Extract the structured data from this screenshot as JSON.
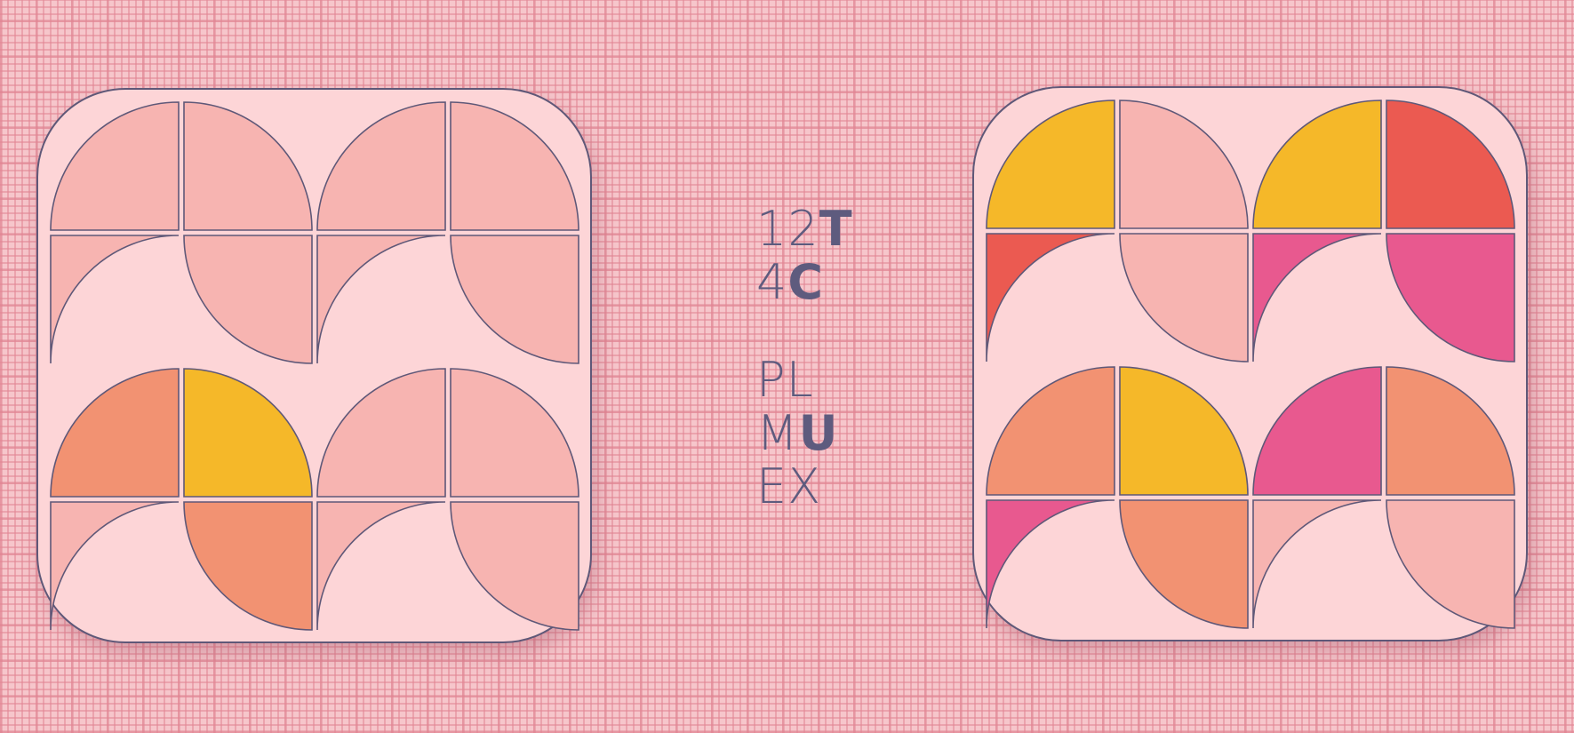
{
  "colors": {
    "pink": "#f7b4b1",
    "orange": "#f29272",
    "yellow": "#f5b829",
    "red": "#eb5a51",
    "magenta": "#e8598f",
    "board": "#fdd5d7",
    "outline": "#5f5878",
    "text": "#5e5b7e"
  },
  "boards": [
    {
      "name": "board-left",
      "grid": [
        [
          "pink",
          "pink",
          "pink",
          "pink"
        ],
        [
          "pink",
          "pink",
          "pink",
          "pink"
        ],
        [
          "orange",
          "yellow",
          "pink",
          "pink"
        ],
        [
          "pink",
          "orange",
          "pink",
          "pink"
        ]
      ]
    },
    {
      "name": "board-right",
      "grid": [
        [
          "yellow",
          "pink",
          "yellow",
          "red"
        ],
        [
          "red",
          "pink",
          "magenta",
          "magenta"
        ],
        [
          "orange",
          "yellow",
          "magenta",
          "orange"
        ],
        [
          "magenta",
          "orange",
          "pink",
          "pink"
        ]
      ]
    }
  ],
  "stats": {
    "line1_a": "12",
    "line1_b": "T",
    "line2_a": "4",
    "line2_b": "C",
    "line3_a": "PL",
    "line4_a": "M",
    "line4_b": "U",
    "line5_a": "EX"
  }
}
